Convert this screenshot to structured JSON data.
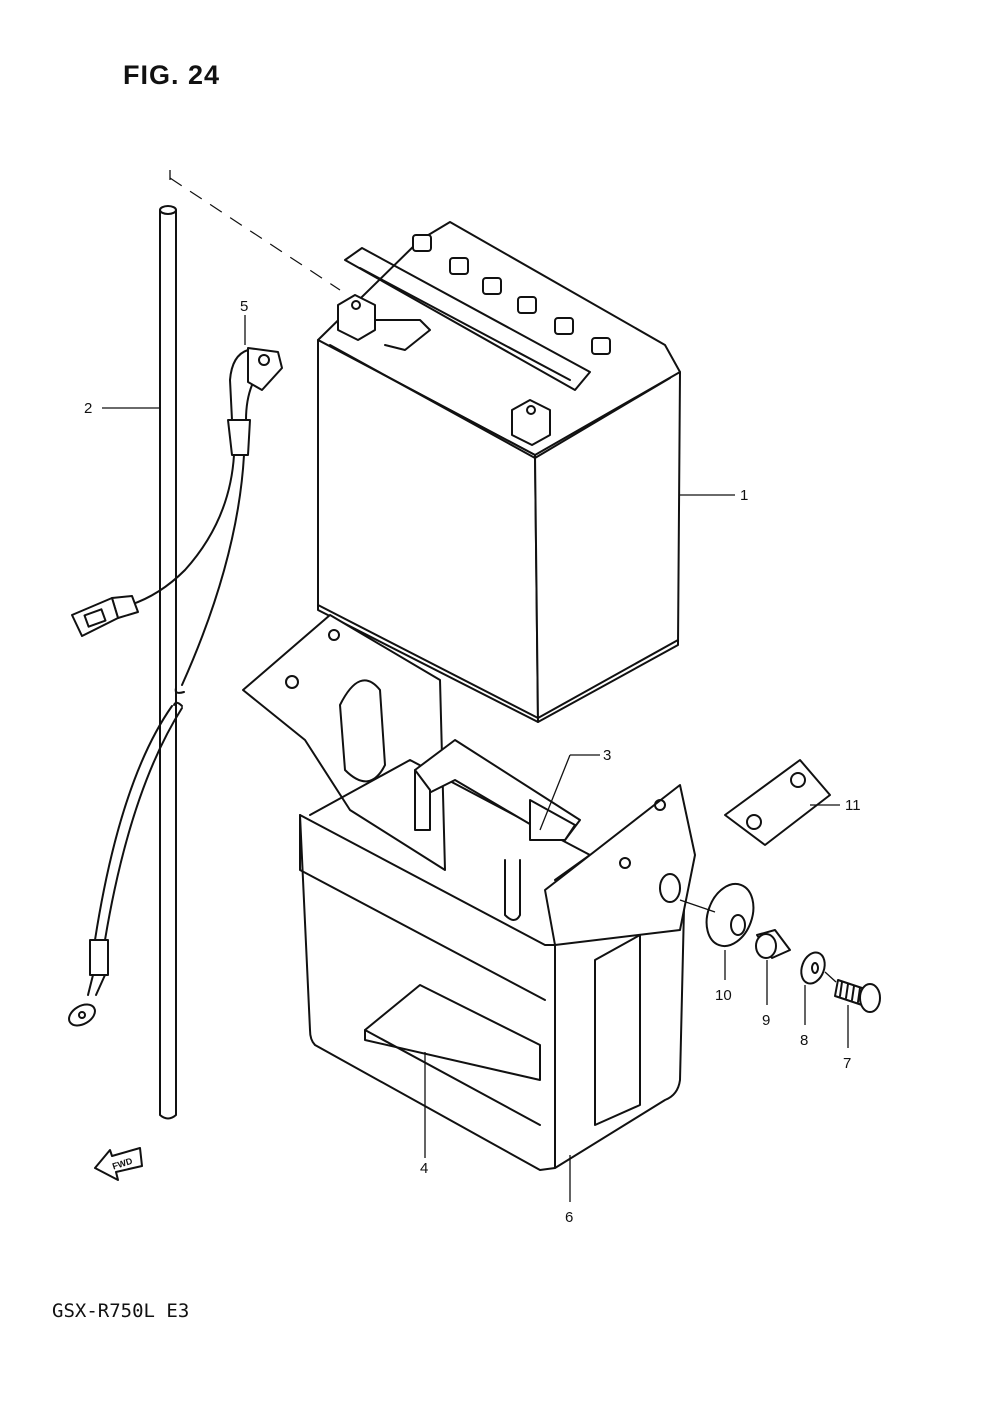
{
  "figure": {
    "title": "FIG. 24",
    "model_code": "GSX-R750L  E3",
    "fwd_label": "FWD"
  },
  "callouts": [
    {
      "id": "1",
      "label": "1"
    },
    {
      "id": "2",
      "label": "2"
    },
    {
      "id": "3",
      "label": "3"
    },
    {
      "id": "4",
      "label": "4"
    },
    {
      "id": "5",
      "label": "5"
    },
    {
      "id": "6",
      "label": "6"
    },
    {
      "id": "7",
      "label": "7"
    },
    {
      "id": "8",
      "label": "8"
    },
    {
      "id": "9",
      "label": "9"
    },
    {
      "id": "10",
      "label": "10"
    },
    {
      "id": "11",
      "label": "11"
    }
  ],
  "icons": {
    "fwd_arrow": "fwd-arrow-icon"
  }
}
